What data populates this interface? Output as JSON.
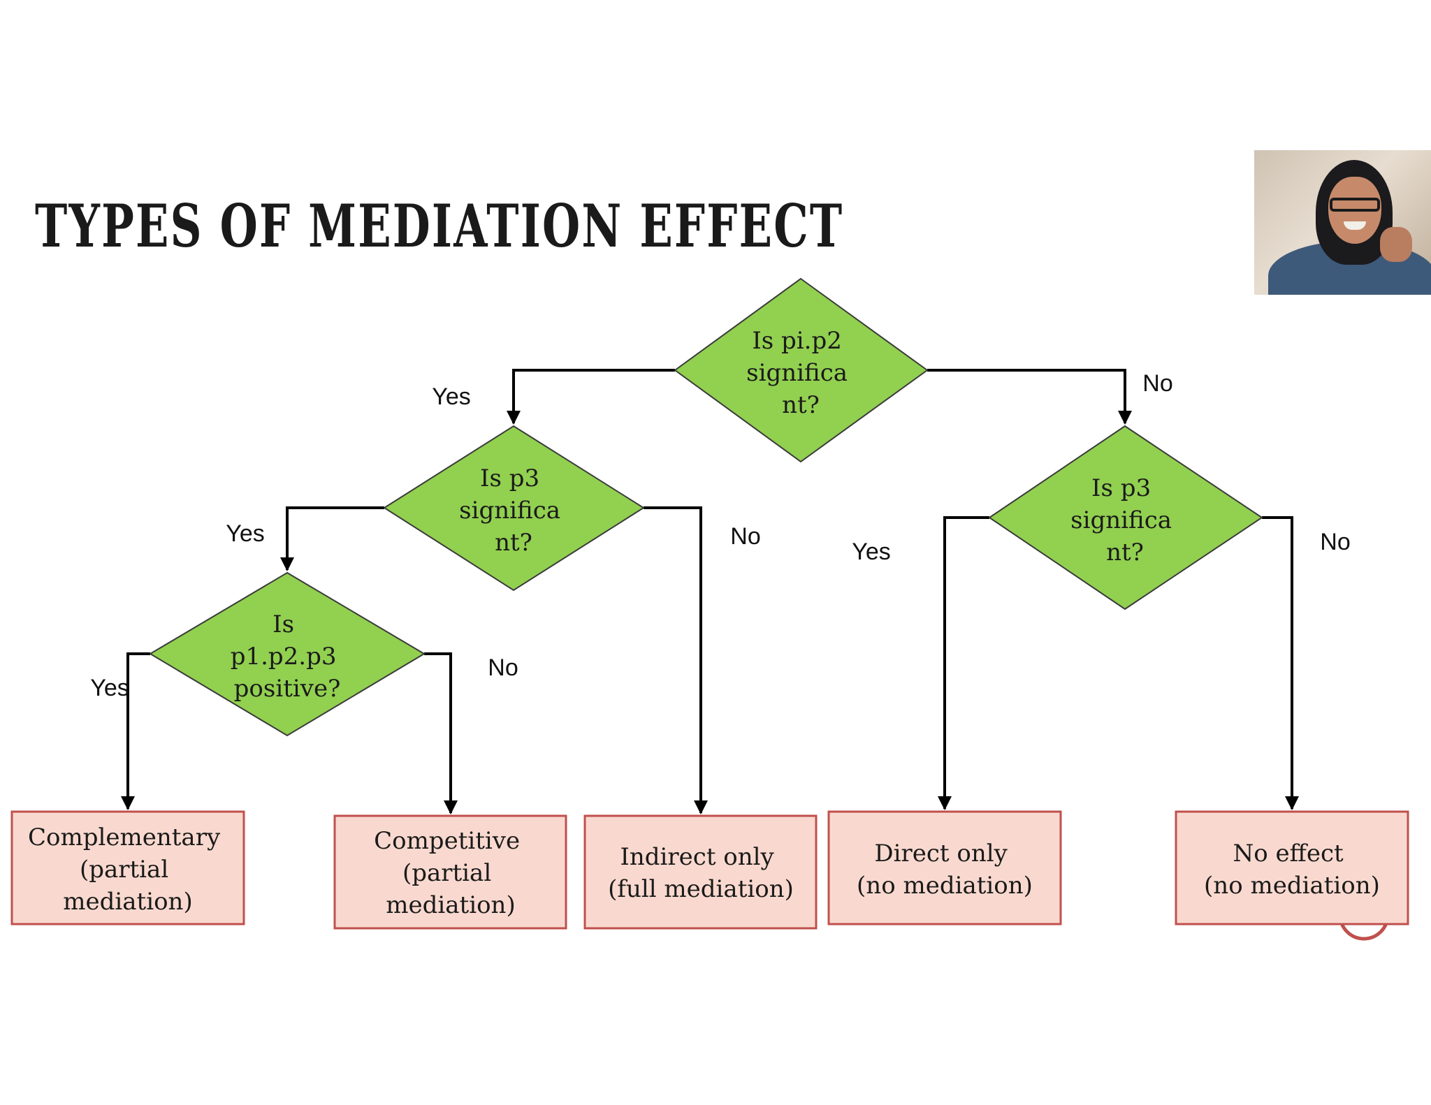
{
  "slide": {
    "title": "TYPES OF MEDIATION EFFECT"
  },
  "diagram": {
    "decisions": {
      "root": [
        "Is pi.p2",
        "significa",
        "nt?"
      ],
      "left_p3": [
        "Is p3",
        "significa",
        "nt?"
      ],
      "right_p3": [
        "Is p3",
        "significa",
        "nt?"
      ],
      "product": [
        "Is",
        "p1.p2.p3",
        "positive?"
      ]
    },
    "branch_labels": {
      "root_yes": "Yes",
      "root_no": "No",
      "left_p3_yes": "Yes",
      "left_p3_no": "No",
      "right_p3_yes": "Yes",
      "right_p3_no": "No",
      "product_yes": "Yes",
      "product_no": "No"
    },
    "outcomes": {
      "complementary": [
        "Complementary",
        "(partial",
        "mediation)"
      ],
      "competitive": [
        "Competitive",
        "(partial",
        "mediation)"
      ],
      "indirect": [
        "Indirect only",
        "(full mediation)"
      ],
      "direct": [
        "Direct only",
        "(no mediation)"
      ],
      "no_effect": [
        "No effect",
        "(no mediation)"
      ]
    },
    "colors": {
      "decision_fill": "#92d050",
      "outcome_fill": "#f9d9cf",
      "outcome_border": "#c0504d",
      "line": "#000000"
    }
  }
}
